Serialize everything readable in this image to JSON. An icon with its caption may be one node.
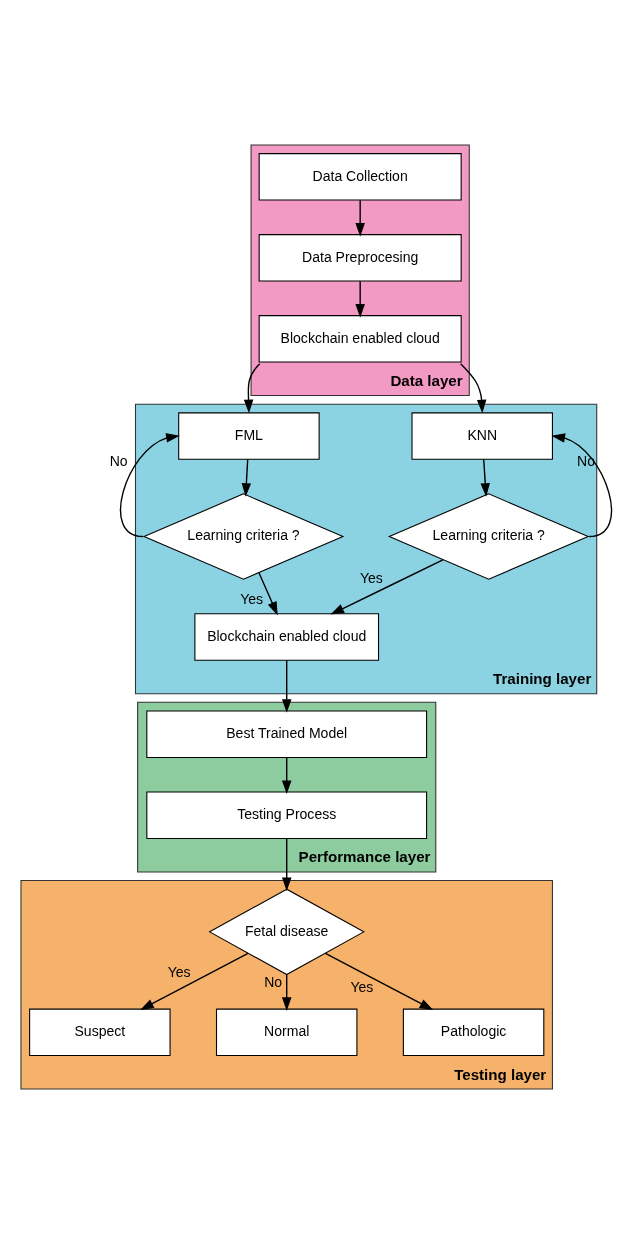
{
  "diagram": {
    "nodes": [
      {
        "text": [
          "Data layer"
        ]
      },
      {
        "text": [
          "Data Collection"
        ],
        "in": 0
      },
      {
        "text": [
          "Data Preprocesing"
        ],
        "in": 0
      },
      {
        "text": [
          "Blockchain enabled cloud"
        ],
        "in": 0
      },
      {
        "text": [
          "Training layer"
        ]
      },
      {
        "text": [
          "FML"
        ],
        "in": 4
      },
      {
        "text": [
          "KNN"
        ],
        "in": 4
      },
      {
        "text": [
          "Learning criteria ?"
        ],
        "in": 4
      },
      {
        "text": [
          "Learning criteria ?"
        ],
        "in": 4
      },
      {
        "text": [
          "Blockchain enabled cloud"
        ],
        "in": 4
      },
      {
        "text": [
          "Performance layer"
        ]
      },
      {
        "text": [
          "Best Trained Model"
        ],
        "in": 10
      },
      {
        "text": [
          "Testing Process"
        ],
        "in": 10
      },
      {
        "text": [
          "Testing layer"
        ]
      },
      {
        "text": [
          "Fetal disease"
        ],
        "in": 13
      },
      {
        "text": [
          "Suspect"
        ],
        "in": 13
      },
      {
        "text": [
          "Normal"
        ],
        "in": 13
      },
      {
        "text": [
          "Pathologic"
        ],
        "in": 13
      }
    ],
    "edges": [
      {
        "from": 1,
        "to": 2,
        "arrow": "to"
      },
      {
        "from": 2,
        "to": 3,
        "arrow": "to"
      },
      {
        "from": 3,
        "to": 5,
        "arrow": "to"
      },
      {
        "from": 3,
        "to": 6,
        "arrow": "to"
      },
      {
        "from": 5,
        "to": 7,
        "arrow": "to"
      },
      {
        "from": 6,
        "to": 8,
        "arrow": "to"
      },
      {
        "from": 7,
        "to": 5,
        "label": "No",
        "arrow": "to"
      },
      {
        "from": 8,
        "to": 6,
        "label": "No",
        "arrow": "to"
      },
      {
        "from": 7,
        "to": 9,
        "label": "Yes",
        "arrow": "to"
      },
      {
        "from": 8,
        "to": 9,
        "label": "Yes",
        "arrow": "to"
      },
      {
        "from": 9,
        "to": 11,
        "arrow": "to"
      },
      {
        "from": 11,
        "to": 12,
        "arrow": "to"
      },
      {
        "from": 12,
        "to": 14,
        "arrow": "to"
      },
      {
        "from": 14,
        "to": 15,
        "label": "Yes",
        "arrow": "to"
      },
      {
        "from": 14,
        "to": 16,
        "label": "No",
        "arrow": "to"
      },
      {
        "from": 14,
        "to": 17,
        "label": "Yes",
        "arrow": "to"
      }
    ]
  }
}
